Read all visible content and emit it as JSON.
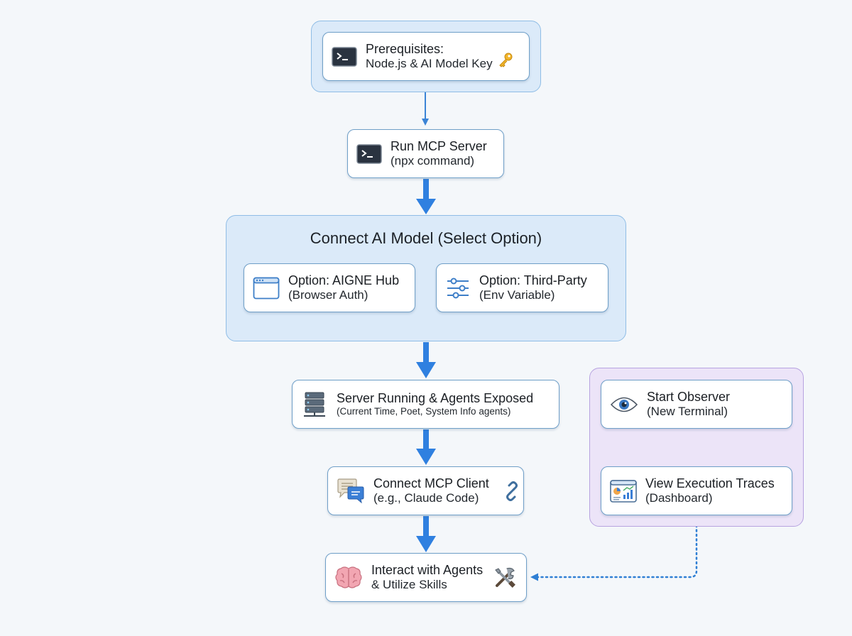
{
  "colors": {
    "arrow_blue": "#2f80e0",
    "thin_arrow": "#3b84d6",
    "group_blue_fill": "#dbeaf9",
    "group_purple_fill": "#ece4f8",
    "node_border": "#6f9fc8"
  },
  "nodes": {
    "prerequisites": {
      "line1": "Prerequisites:",
      "line2": "Node.js & AI Model Key",
      "icon": "terminal-icon",
      "trail_icon": "key-icon"
    },
    "run_server": {
      "line1": "Run MCP Server",
      "line2": "(npx command)",
      "icon": "terminal-icon"
    },
    "connect_model": {
      "title": "Connect AI Model (Select Option)",
      "option_hub": {
        "line1": "Option: AIGNE Hub",
        "line2": "(Browser Auth)",
        "icon": "browser-window-icon"
      },
      "option_third": {
        "line1": "Option: Third-Party",
        "line2": "(Env Variable)",
        "icon": "sliders-icon"
      }
    },
    "server_running": {
      "line1": "Server Running & Agents Exposed",
      "line2": "(Current Time, Poet, System Info agents)",
      "icon": "server-icon"
    },
    "connect_client": {
      "line1": "Connect MCP Client",
      "line2": "(e.g., Claude Code)",
      "icon": "chat-icon",
      "trail_icon": "link-icon"
    },
    "interact": {
      "line1": "Interact with Agents",
      "line2": "& Utilize Skills",
      "icon": "brain-icon",
      "trail_icon": "tools-icon"
    },
    "observer": {
      "line1": "Start Observer",
      "line2": "(New Terminal)",
      "icon": "eye-icon"
    },
    "traces": {
      "line1": "View Execution Traces",
      "line2": "(Dashboard)",
      "icon": "dashboard-icon"
    }
  }
}
